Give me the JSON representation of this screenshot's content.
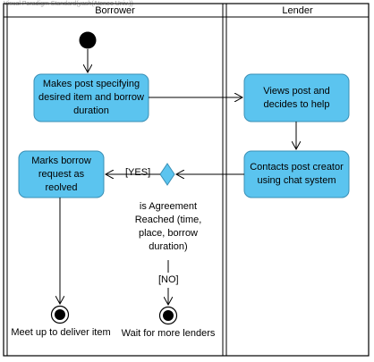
{
  "watermark": "Visual Paradigm Standard(yash(Ateneo Univ.))",
  "lanes": {
    "borrower": "Borrower",
    "lender": "Lender"
  },
  "nodes": {
    "makes_post": "Makes post specifying desired item and borrow duration",
    "views_post": "Views post and decides to help",
    "contacts_creator": "Contacts post creator using chat system",
    "marks_request": "Marks borrow request as reolved"
  },
  "decision": {
    "question": "is Agreement Reached (time, place, borrow duration)",
    "yes_guard": "[YES]",
    "no_guard": "[NO]"
  },
  "finals": {
    "meet_up": "Meet up to deliver item",
    "wait": "Wait for more lenders"
  },
  "colors": {
    "action_fill": "#5bc4ef",
    "action_stroke": "#3a8fb5",
    "line": "#000000"
  }
}
